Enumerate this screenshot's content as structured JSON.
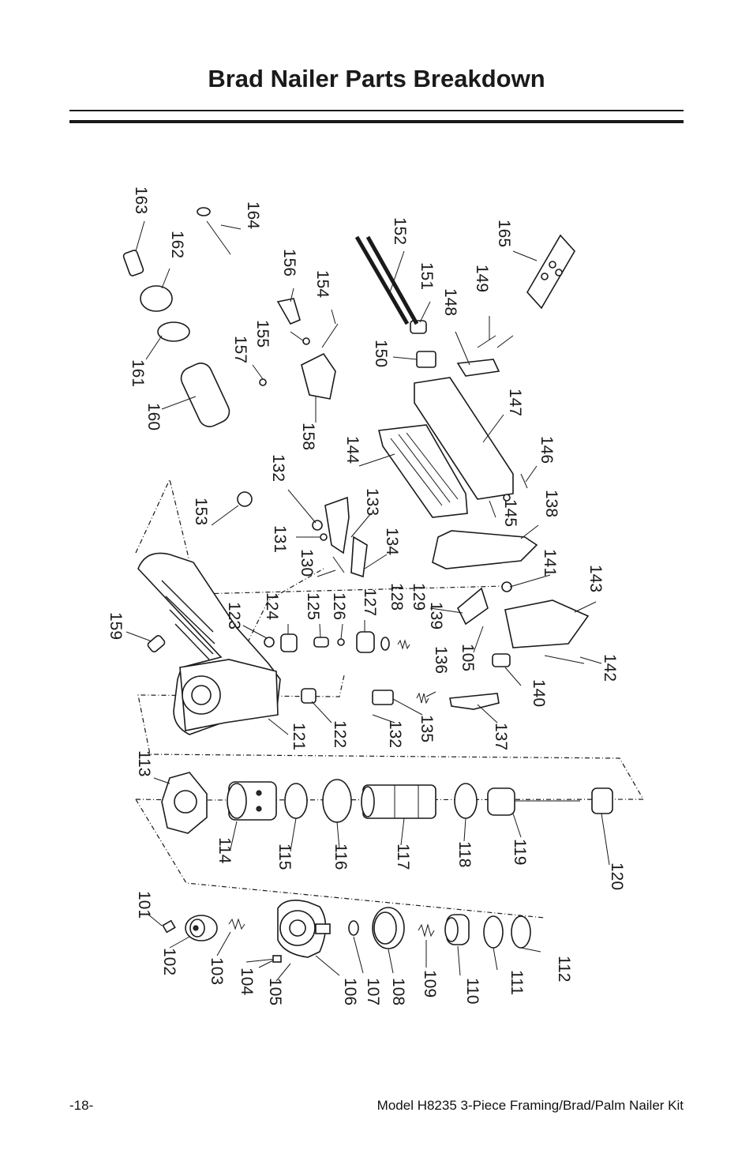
{
  "page": {
    "title": "Brad Nailer Parts Breakdown",
    "page_number": "-18-",
    "footer_model": "Model H8235  3-Piece Framing/Brad/Palm Nailer Kit"
  },
  "part_labels": {
    "p101": "101",
    "p102": "102",
    "p103": "103",
    "p104": "104",
    "p105": "105",
    "p105b": "105",
    "p106": "106",
    "p107": "107",
    "p108": "108",
    "p109": "109",
    "p110": "110",
    "p111": "111",
    "p112": "112",
    "p113": "113",
    "p114": "114",
    "p115": "115",
    "p116": "116",
    "p117": "117",
    "p118": "118",
    "p119": "119",
    "p120": "120",
    "p121": "121",
    "p122": "122",
    "p123": "123",
    "p124": "124",
    "p125": "125",
    "p126": "126",
    "p127": "127",
    "p128": "128",
    "p129": "129",
    "p130": "130",
    "p131": "131",
    "p132": "132",
    "p132b": "132",
    "p133": "133",
    "p134": "134",
    "p135": "135",
    "p136": "136",
    "p137": "137",
    "p138": "138",
    "p139": "139",
    "p140": "140",
    "p141": "141",
    "p142": "142",
    "p143": "143",
    "p144": "144",
    "p145": "145",
    "p146": "146",
    "p147": "147",
    "p148": "148",
    "p149": "149",
    "p150": "150",
    "p151": "151",
    "p152": "152",
    "p153": "153",
    "p154": "154",
    "p155": "155",
    "p156": "156",
    "p157": "157",
    "p158": "158",
    "p159": "159",
    "p160": "160",
    "p161": "161",
    "p162": "162",
    "p163": "163",
    "p164": "164",
    "p165": "165"
  }
}
